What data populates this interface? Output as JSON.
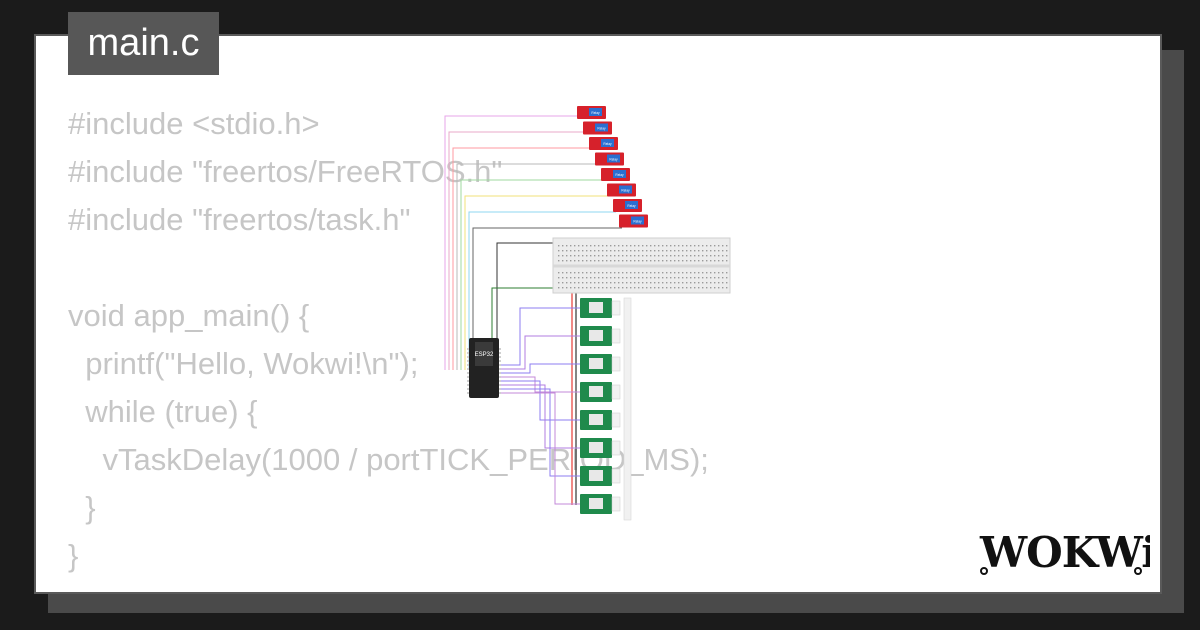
{
  "tab": {
    "filename": "main.c"
  },
  "code_lines": [
    "#include <stdio.h>",
    "#include \"freertos/FreeRTOS.h\"",
    "#include \"freertos/task.h\"",
    "",
    "void app_main() {",
    "  printf(\"Hello, Wokwi!\\n\");",
    "  while (true) {",
    "    vTaskDelay(1000 / portTICK_PERIOD_MS);",
    "  }",
    "}"
  ],
  "circuit": {
    "mcu_label": "ESP32",
    "relay_label": "Relay",
    "relay_count": 8,
    "sensor_count": 8,
    "colors": {
      "relay": "#d6212b",
      "sensor": "#1f8a4c",
      "mcu": "#222222",
      "breadboard": "#ececec"
    }
  },
  "logo": {
    "text": "WOKWi"
  },
  "colors": {
    "background": "#1b1b1b",
    "card": "#ffffff",
    "tab": "#575757",
    "code_text": "#c6c6c6"
  }
}
